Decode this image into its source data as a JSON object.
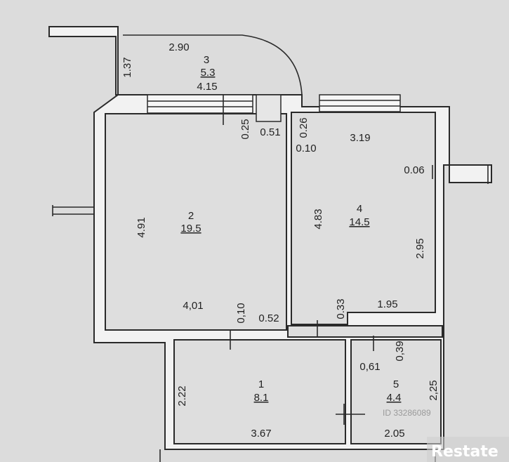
{
  "rooms": [
    {
      "number": "1",
      "area": "8.1"
    },
    {
      "number": "2",
      "area": "19.5"
    },
    {
      "number": "3",
      "area": "5.3"
    },
    {
      "number": "4",
      "area": "14.5"
    },
    {
      "number": "5",
      "area": "4.4"
    }
  ],
  "dimensions": {
    "balcony_width": "2.90",
    "balcony_depth": "1.37",
    "balcony_inner": "4.15",
    "wall_025": "0.25",
    "wall_051": "0.51",
    "wall_026": "0.26",
    "wall_010_top": "0.10",
    "room4_width": "3.19",
    "room4_offset": "0.06",
    "room2_height": "4.91",
    "room2_width": "4,01",
    "room4_height": "4.83",
    "room4_right": "2.95",
    "room4_bottom": "1.95",
    "room4_step": "0.33",
    "wall_010_mid": "0,10",
    "wall_052": "0.52",
    "wall_039": "0,39",
    "wall_061": "0,61",
    "room1_height": "2.22",
    "room1_width": "3.67",
    "room5_width": "2.05",
    "room5_height": "2,25"
  },
  "watermark": {
    "brand": "Restate",
    "id_text": "ID 33286089"
  }
}
